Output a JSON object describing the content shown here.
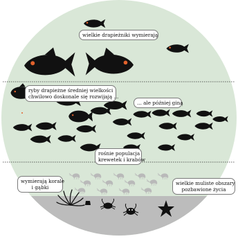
{
  "labels": {
    "big_predators": "wielkie drapieżniki wymierają",
    "medium_predators_1": "ryby drapieżne średniej wielkości",
    "medium_predators_2": "chwilowo doskonale się rozwijają ...",
    "later_die": "... ale później giną",
    "shrimp_1": "rośnie populacja",
    "shrimp_2": "krewetek i krabów",
    "corals_1": "wymierają korale",
    "corals_2": "i gąbki",
    "dead_zones_1": "wielkie muliste obszary",
    "dead_zones_2": "pozbawione życia"
  },
  "colors": {
    "background": "#d9e7d7",
    "seafloor": "#bcbcbc",
    "fish": "#111111",
    "fish_eye": "#e2622c",
    "shrimp": "#b9b9b9",
    "divider": "#333333"
  },
  "icons": [
    "fish-icon",
    "shrimp-icon",
    "crab-icon",
    "starfish-icon",
    "coral-icon",
    "sponge-icon"
  ]
}
